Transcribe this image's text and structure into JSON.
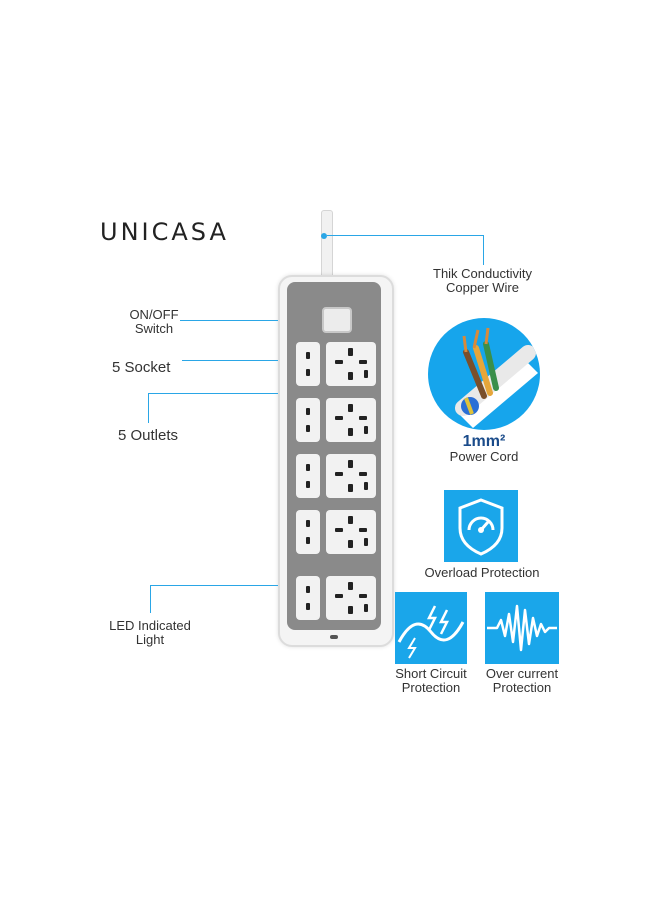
{
  "brand": "UNICASA",
  "labels": {
    "wire_line1": "Thik Conductivity",
    "wire_line2": "Copper Wire",
    "switch_line1": "ON/OFF",
    "switch_line2": "Switch",
    "socket": "5 Socket",
    "outlets": "5 Outlets",
    "led_line1": "LED Indicated",
    "led_line2": "Light",
    "cord_size": "1mm²",
    "cord_label": "Power Cord",
    "overload": "Overload Protection",
    "short_line1": "Short Circuit",
    "short_line2": "Protection",
    "overcurrent_line1": "Over current",
    "overcurrent_line2": "Protection"
  },
  "colors": {
    "accent": "#16a5ec",
    "panel": "#8a8a8a",
    "socket": "#f2f2f2"
  },
  "icons": [
    "copper-wire-icon",
    "shield-gauge-icon",
    "lightning-wave-icon",
    "pulse-wave-icon"
  ]
}
